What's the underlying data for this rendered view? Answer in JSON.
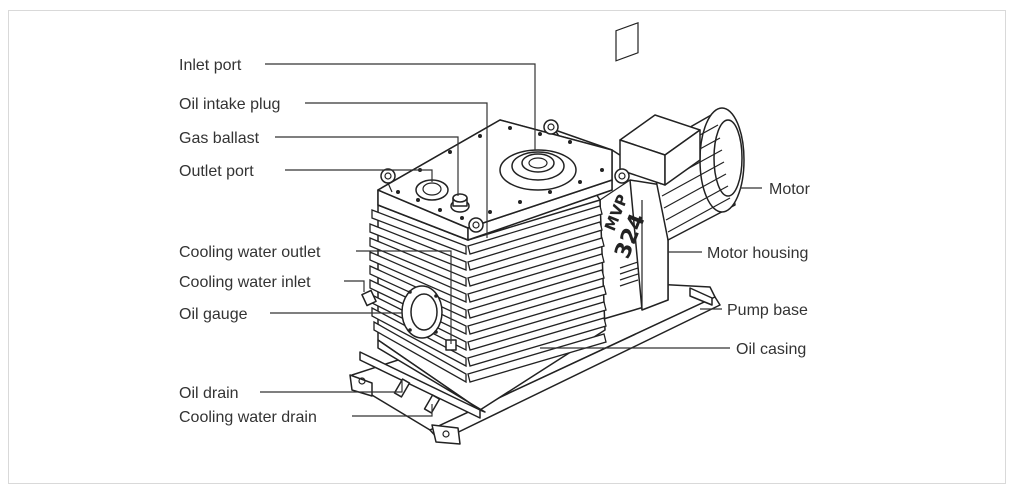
{
  "diagram": {
    "labels": {
      "inlet_port": "Inlet port",
      "oil_intake_plug": "Oil intake plug",
      "gas_ballast": "Gas ballast",
      "outlet_port": "Outlet port",
      "cooling_water_outlet": "Cooling water outlet",
      "cooling_water_inlet": "Cooling water inlet",
      "oil_gauge": "Oil gauge",
      "oil_drain": "Oil drain",
      "cooling_water_drain": "Cooling water drain",
      "motor": "Motor",
      "motor_housing": "Motor housing",
      "pump_base": "Pump base",
      "oil_casing": "Oil casing"
    },
    "nameplate": {
      "model_prefix": "MVP",
      "model_number": "324"
    }
  }
}
